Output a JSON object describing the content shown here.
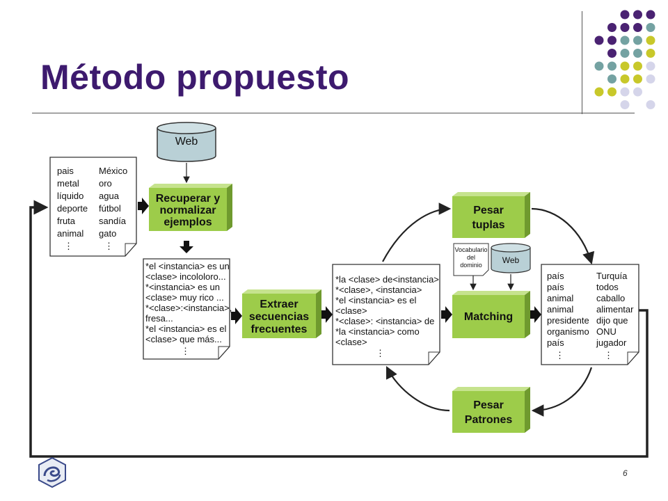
{
  "slide": {
    "title": "Método propuesto",
    "page_number": "6"
  },
  "colors": {
    "title": "#3d1a6e",
    "process_box": "#9dcc4a",
    "database": "#b9d0d6",
    "dot_purple": "#4a2272",
    "dot_teal": "#74a2a2",
    "dot_yellow": "#c8c82a",
    "dot_lavender": "#d5d5ea"
  },
  "decor": {
    "dot_grid": [
      [
        "",
        "",
        "purple",
        "purple",
        "purple"
      ],
      [
        "",
        "purple",
        "purple",
        "purple",
        "teal"
      ],
      [
        "purple",
        "purple",
        "teal",
        "teal",
        "yellow"
      ],
      [
        "",
        "purple",
        "teal",
        "teal",
        "yellow"
      ],
      [
        "teal",
        "teal",
        "yellow",
        "yellow",
        "lavender"
      ],
      [
        "",
        "teal",
        "yellow",
        "yellow",
        "lavender"
      ],
      [
        "yellow",
        "yellow",
        "lavender",
        "lavender",
        ""
      ],
      [
        "",
        "",
        "lavender",
        "",
        "lavender"
      ]
    ]
  },
  "diagram": {
    "web_db_top": "Web",
    "seed_list": {
      "col1": [
        "pais",
        "metal",
        "líquido",
        "deporte",
        "fruta",
        "animal"
      ],
      "col2": [
        "México",
        "oro",
        "agua",
        "fútbol",
        "sandía",
        "gato"
      ],
      "ellipsis": "⋮"
    },
    "box_recuperar": [
      "Recuperar y",
      "normalizar",
      "ejemplos"
    ],
    "examples_doc": {
      "lines": [
        "*el <instancia> es un",
        "  <clase> incololoro...",
        "*<instancia> es un",
        "  <clase> muy rico ...",
        "*<clase>:<instancia>,",
        "  fresa...",
        "*el <instancia> es el",
        "<clase> que más..."
      ],
      "ellipsis": "⋮"
    },
    "box_extraer": [
      "Extraer",
      "secuencias",
      "frecuentes"
    ],
    "patterns_doc": {
      "lines": [
        "*la <clase> de<instancia>",
        "*<clase>, <instancia>",
        "*el <instancia> es el",
        "  <clase>",
        "*<clase>: <instancia> de",
        "*la <instancia> como",
        "  <clase>"
      ],
      "ellipsis": "⋮"
    },
    "box_pesar_tuplas": [
      "Pesar",
      "tuplas"
    ],
    "vocab_doc": [
      "Vocabulario",
      "del",
      "dominio"
    ],
    "web_db_small": "Web",
    "box_matching": "Matching",
    "results_doc": {
      "col1": [
        "país",
        "país",
        "animal",
        "animal",
        "presidente",
        "organismo",
        "país"
      ],
      "col2": [
        "Turquía",
        "todos",
        "caballo",
        "alimentar",
        "dijo que",
        "ONU",
        "jugador"
      ],
      "ellipsis": "⋮"
    },
    "box_pesar_patrones": [
      "Pesar",
      "Patrones"
    ]
  }
}
